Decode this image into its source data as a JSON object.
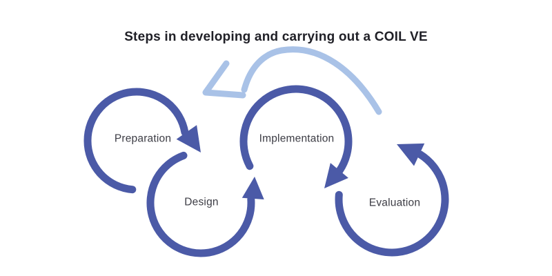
{
  "title": "Steps in developing and carrying out a COIL VE",
  "steps": [
    {
      "label": "Preparation"
    },
    {
      "label": "Design"
    },
    {
      "label": "Implementation"
    },
    {
      "label": "Evaluation"
    }
  ],
  "icons": {
    "loop_arrow": "circular-arrow",
    "feedback_arrow": "curved-arrow-pointing-left"
  },
  "colors": {
    "primary": "#4b5aa7",
    "accent-light": "#a9c2e7",
    "title-text": "#202027",
    "label-text": "#3c3c44",
    "background": "#ffffff"
  }
}
